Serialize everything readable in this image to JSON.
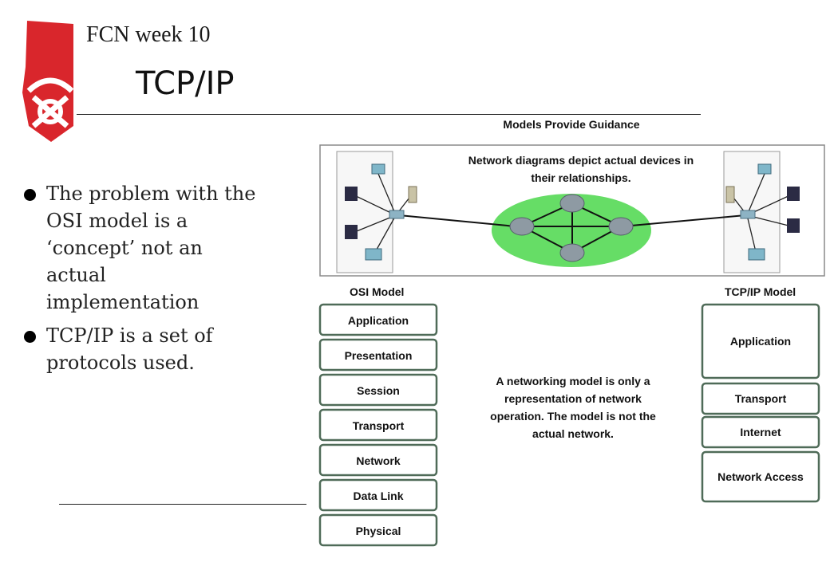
{
  "header": {
    "course": "FCN week 10",
    "title": "TCP/IP"
  },
  "bullets": [
    "The problem with the OSI model is a ‘concept’ not an actual implementation",
    "TCP/IP is a set of protocols used."
  ],
  "figure": {
    "title": "Models Provide Guidance",
    "diagram_caption_line1": "Network diagrams depict actual devices in",
    "diagram_caption_line2": "their relationships.",
    "osi_heading": "OSI Model",
    "osi_layers": [
      "Application",
      "Presentation",
      "Session",
      "Transport",
      "Network",
      "Data Link",
      "Physical"
    ],
    "tcpip_heading": "TCP/IP Model",
    "tcpip_layers": [
      "Application",
      "Transport",
      "Internet",
      "Network Access"
    ],
    "note_lines": [
      "A networking model is only a",
      "representation of network",
      "operation. The model is not the",
      "actual network."
    ]
  },
  "colors": {
    "logo_red": "#d9262c",
    "cloud_green": "#66dd66",
    "layer_border": "#4f6b58"
  }
}
